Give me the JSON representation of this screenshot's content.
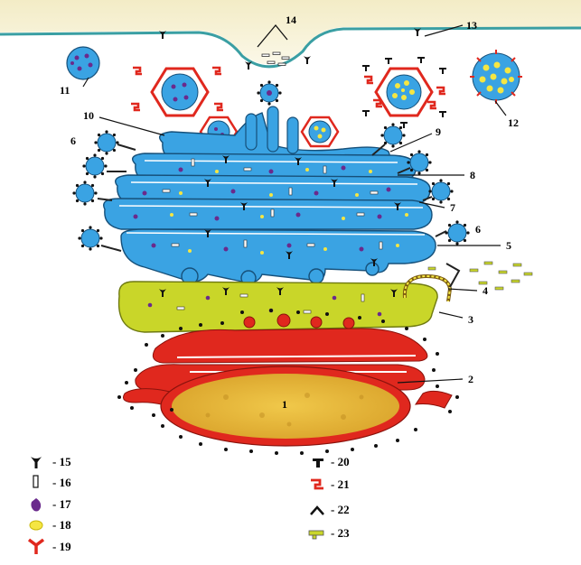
{
  "colors": {
    "membrane": "#3a9fa3",
    "cytoplasm_top": "#f7f2cf",
    "golgi": "#3aa3e3",
    "golgi_edge": "#16507a",
    "yellow_body": "#c9d629",
    "yellow_edge": "#6f7a10",
    "er_red": "#e0281e",
    "nucleus": "#e7b93a",
    "dot_dark": "#111111",
    "purple": "#6a2a8c",
    "yellow_dot": "#f5e642",
    "white_rod": "#ffffff"
  },
  "labels": {
    "l1": "1",
    "l2": "2",
    "l3": "3",
    "l4": "4",
    "l5": "5",
    "l6a": "6",
    "l6b": "6",
    "l7": "7",
    "l8": "8",
    "l9": "9",
    "l10": "10",
    "l11": "11",
    "l12": "12",
    "l13": "13",
    "l14": "14"
  },
  "legend": [
    {
      "icon": "receptor-icon",
      "text": "- 15"
    },
    {
      "icon": "rod-icon",
      "text": "- 16"
    },
    {
      "icon": "purple-granule-icon",
      "text": "- 17"
    },
    {
      "icon": "yellow-granule-icon",
      "text": "- 18"
    },
    {
      "icon": "red-y-icon",
      "text": "- 19"
    },
    {
      "icon": "t-marker-icon",
      "text": "- 20"
    },
    {
      "icon": "red-hook-icon",
      "text": "- 21"
    },
    {
      "icon": "chevron-icon",
      "text": "- 22"
    },
    {
      "icon": "yellow-peg-icon",
      "text": "- 23"
    }
  ]
}
